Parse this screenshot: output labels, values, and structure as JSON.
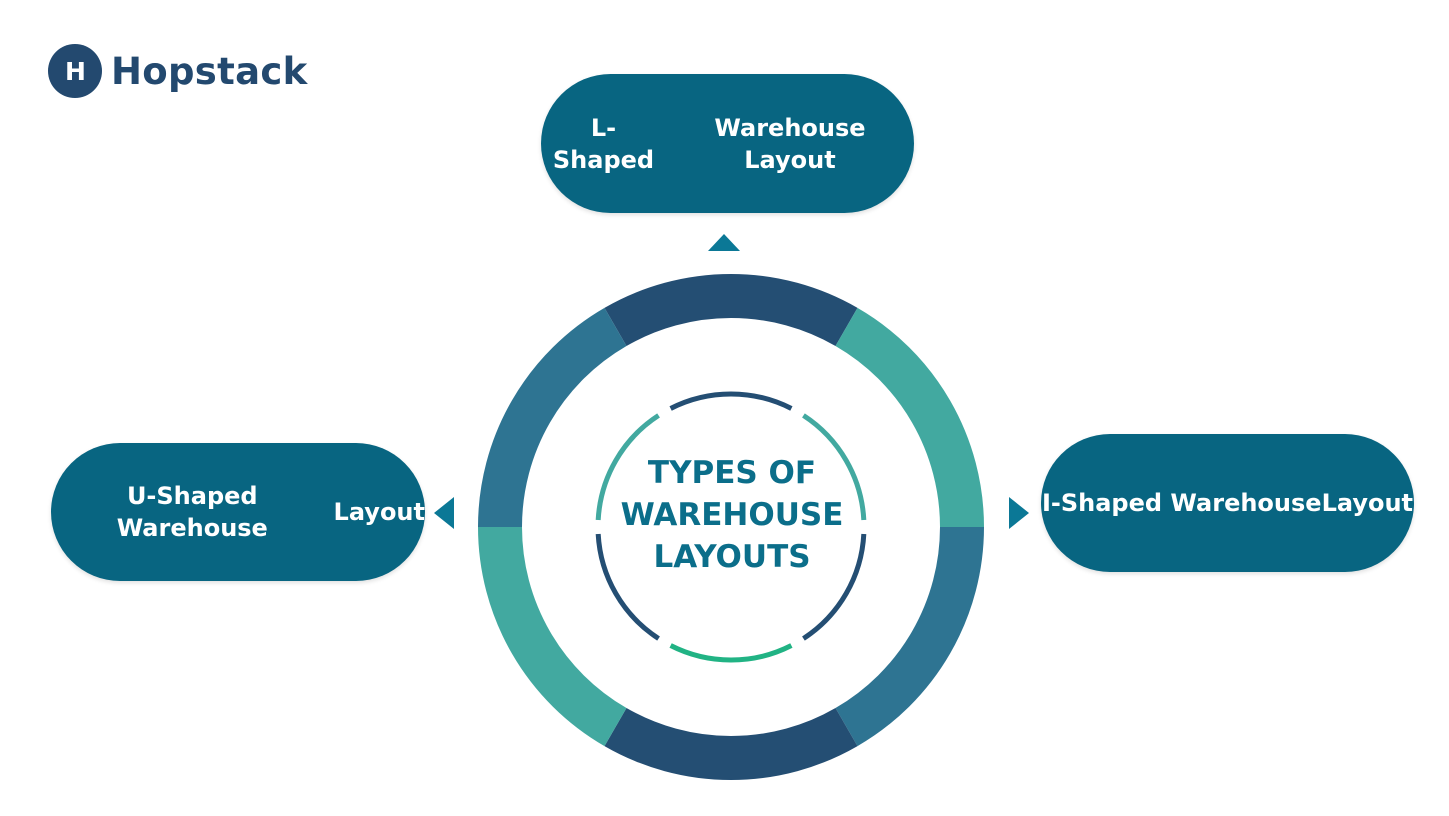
{
  "brand": {
    "name": "Hopstack",
    "mark": "H",
    "color": "#23496f"
  },
  "center": {
    "title_lines": [
      "TYPES OF",
      "WAREHOUSE",
      "LAYOUTS"
    ]
  },
  "layouts": [
    {
      "lines": [
        "L-Shaped",
        "Warehouse Layout"
      ]
    },
    {
      "lines": [
        "U-Shaped Warehouse",
        "Layout"
      ]
    },
    {
      "lines": [
        "I-Shaped Warehouse",
        "Layout"
      ]
    }
  ],
  "colors": {
    "pill": "#086581",
    "arrow": "#0b7896",
    "ring_navy": "#244e73",
    "ring_teal": "#42a9a0",
    "ring_blue": "#2e7492",
    "inner_navy": "#244e73",
    "inner_teal": "#42a9a0",
    "inner_green": "#21b384",
    "title": "#0b6e8a"
  }
}
